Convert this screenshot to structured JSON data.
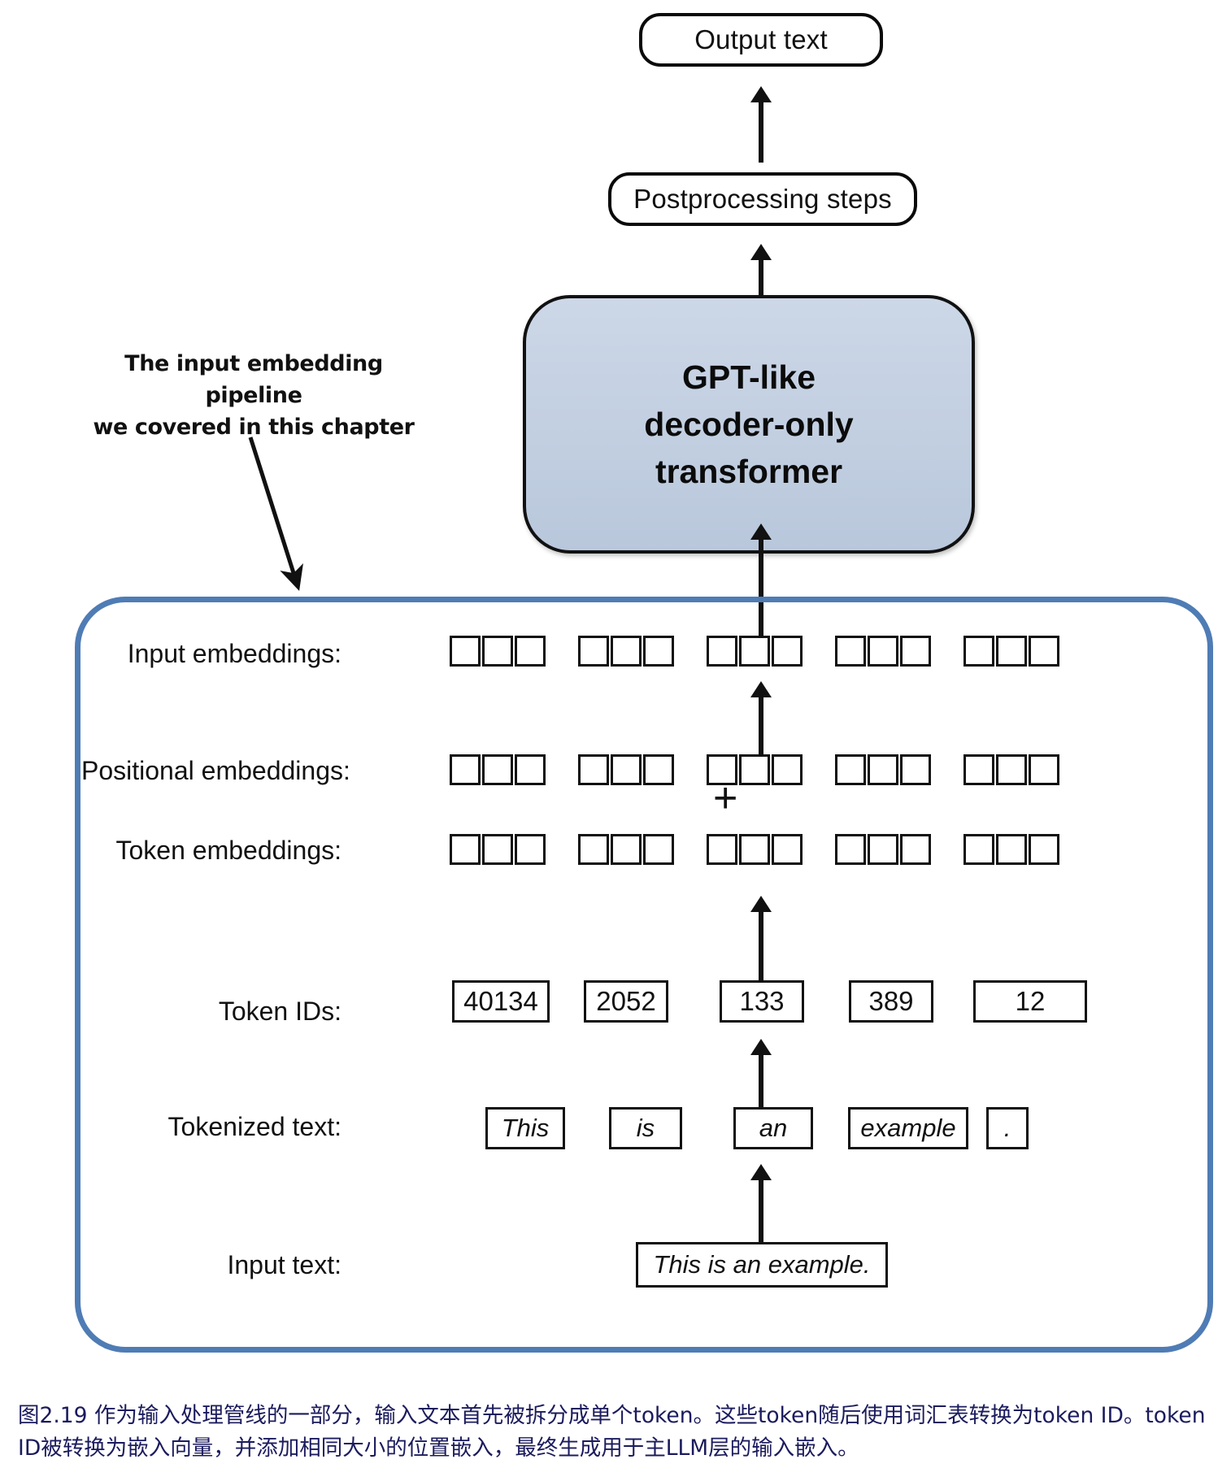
{
  "figure": {
    "title": "Input embedding pipeline for a GPT-like decoder-only transformer",
    "caption": "图2.19 作为输入处理管线的一部分，输入文本首先被拆分成单个token。这些token随后使用词汇表转换为token ID。token ID被转换为嵌入向量，并添加相同大小的位置嵌入，最终生成用于主LLM层的输入嵌入。"
  },
  "top_flow": {
    "output_text": "Output text",
    "postprocessing": "Postprocessing steps",
    "transformer": "GPT-like\ndecoder-only\ntransformer"
  },
  "annotation": {
    "text": "The input embedding pipeline\nwe covered in this chapter"
  },
  "rows": {
    "input_embeddings": {
      "label": "Input embeddings:",
      "groups": 5,
      "cells_per_group": 3
    },
    "positional_embeddings": {
      "label": "Positional embeddings:",
      "groups": 5,
      "cells_per_group": 3
    },
    "token_embeddings": {
      "label": "Token embeddings:",
      "groups": 5,
      "cells_per_group": 3
    },
    "token_ids": {
      "label": "Token IDs:",
      "values": [
        "40134",
        "2052",
        "133",
        "389",
        "12"
      ]
    },
    "tokenized_text": {
      "label": "Tokenized text:",
      "values": [
        "This",
        "is",
        "an",
        "example",
        "."
      ]
    },
    "input_text": {
      "label": "Input text:",
      "value": "This is an example."
    }
  },
  "operators": {
    "plus": "+"
  },
  "colors": {
    "transformer_fill": "#c4cfe0",
    "transformer_stroke": "#111111",
    "container_stroke": "#4f7cb5",
    "caption_text": "#1b1b5e",
    "box_stroke": "#111111",
    "page_background": "#ffffff"
  }
}
